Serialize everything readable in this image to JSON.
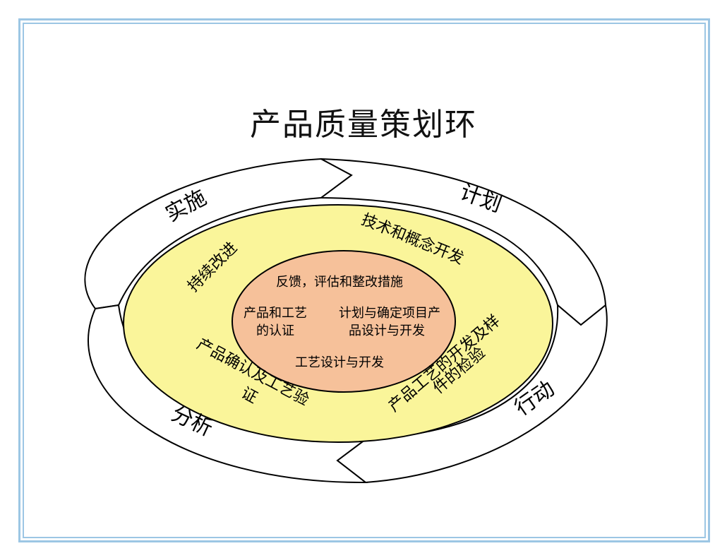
{
  "title": "产品质量策划环",
  "outer_ring": {
    "labels": [
      "实施",
      "计划",
      "行动",
      "分析"
    ]
  },
  "middle_ring": {
    "labels": [
      "技术和概念开发",
      "持续改进",
      "产品工艺的开发及样",
      "件的检验",
      "产品确认及工艺验",
      "证"
    ]
  },
  "center": {
    "feedback": "反馈，评估和整改措施",
    "product_process_line1": "产品和工艺",
    "product_process_line2": "的认证",
    "planning_line1": "计划与确定项目产",
    "planning_line2": "品设计与开发",
    "process_design": "工艺设计与开发"
  },
  "colors": {
    "frame": "#9cc6e4",
    "middle_fill": "#faf59a",
    "center_fill": "#f6c19a",
    "stroke": "#000000"
  }
}
